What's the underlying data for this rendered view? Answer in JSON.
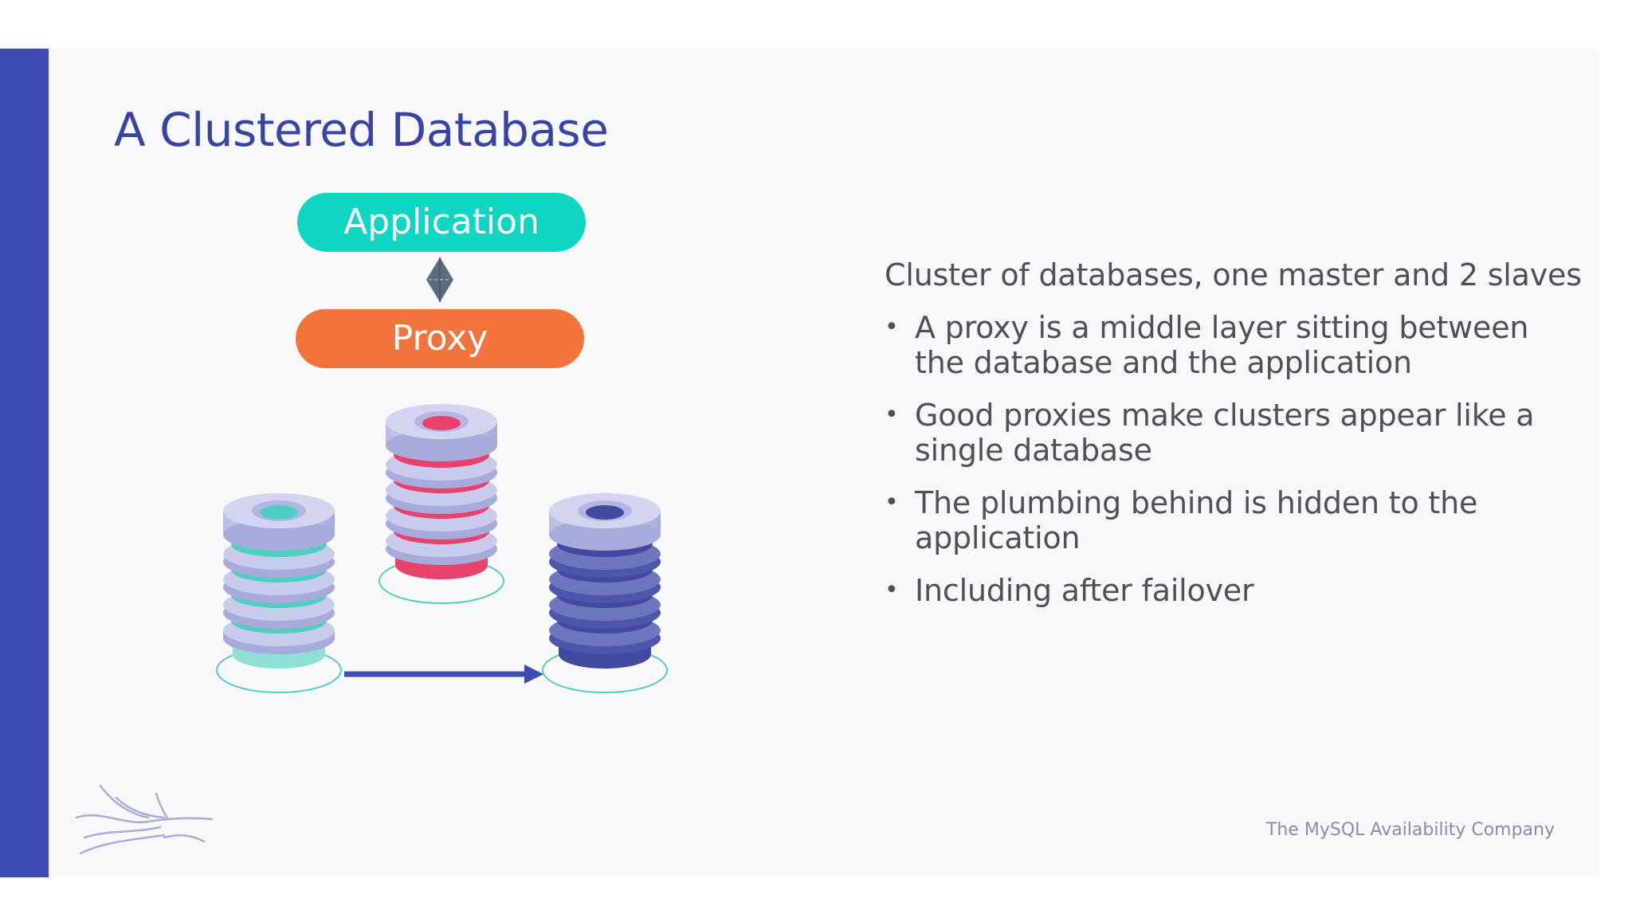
{
  "slide": {
    "title": "A Clustered Database",
    "footer": "The MySQL Availability Company"
  },
  "diagram": {
    "application_label": "Application",
    "proxy_label": "Proxy",
    "colors": {
      "application": "#0fd6c2",
      "proxy": "#f2733c",
      "master": "#e8416b",
      "slave_left": "#4fcfbf",
      "slave_right": "#3f4aa0",
      "arrow": "#3d4bb5",
      "connector": "#5a6b7c"
    }
  },
  "content": {
    "lead": "Cluster of databases, one master and 2 slaves",
    "bullets": [
      "A proxy is a middle layer sitting between the database and the application",
      "Good proxies make clusters appear like a single database",
      "The plumbing behind is hidden to the application",
      "Including after failover"
    ]
  }
}
